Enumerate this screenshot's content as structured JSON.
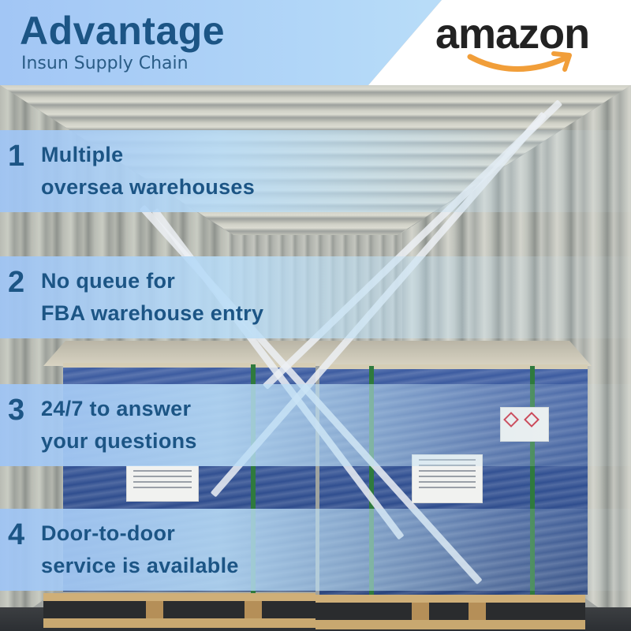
{
  "header": {
    "title": "Advantage",
    "subtitle": "Insun Supply Chain",
    "brand_logo": {
      "wordmark": "amazon",
      "icon": "amazon-smile-arrow-icon",
      "wordmark_color": "#222222",
      "arrow_color": "#f19e39"
    }
  },
  "features": [
    {
      "number": "1",
      "line1": "Multiple",
      "line2": "oversea warehouses"
    },
    {
      "number": "2",
      "line1": "No queue for",
      "line2": "FBA warehouse entry"
    },
    {
      "number": "3",
      "line1": "24/7 to answer",
      "line2": "your questions"
    },
    {
      "number": "4",
      "line1": "Door-to-door",
      "line2": "service is available"
    }
  ],
  "background_photo": {
    "subject": "shipping container interior with two shrink-wrapped pallets of blue drums secured by crossed white straps"
  },
  "colors": {
    "heading_blue": "#1c5585",
    "band_blue": "#b8dcf7",
    "header_blue": "#a2c6f5",
    "strap_green": "#2f7a3e",
    "drum_blue": "#2b4a8c"
  }
}
